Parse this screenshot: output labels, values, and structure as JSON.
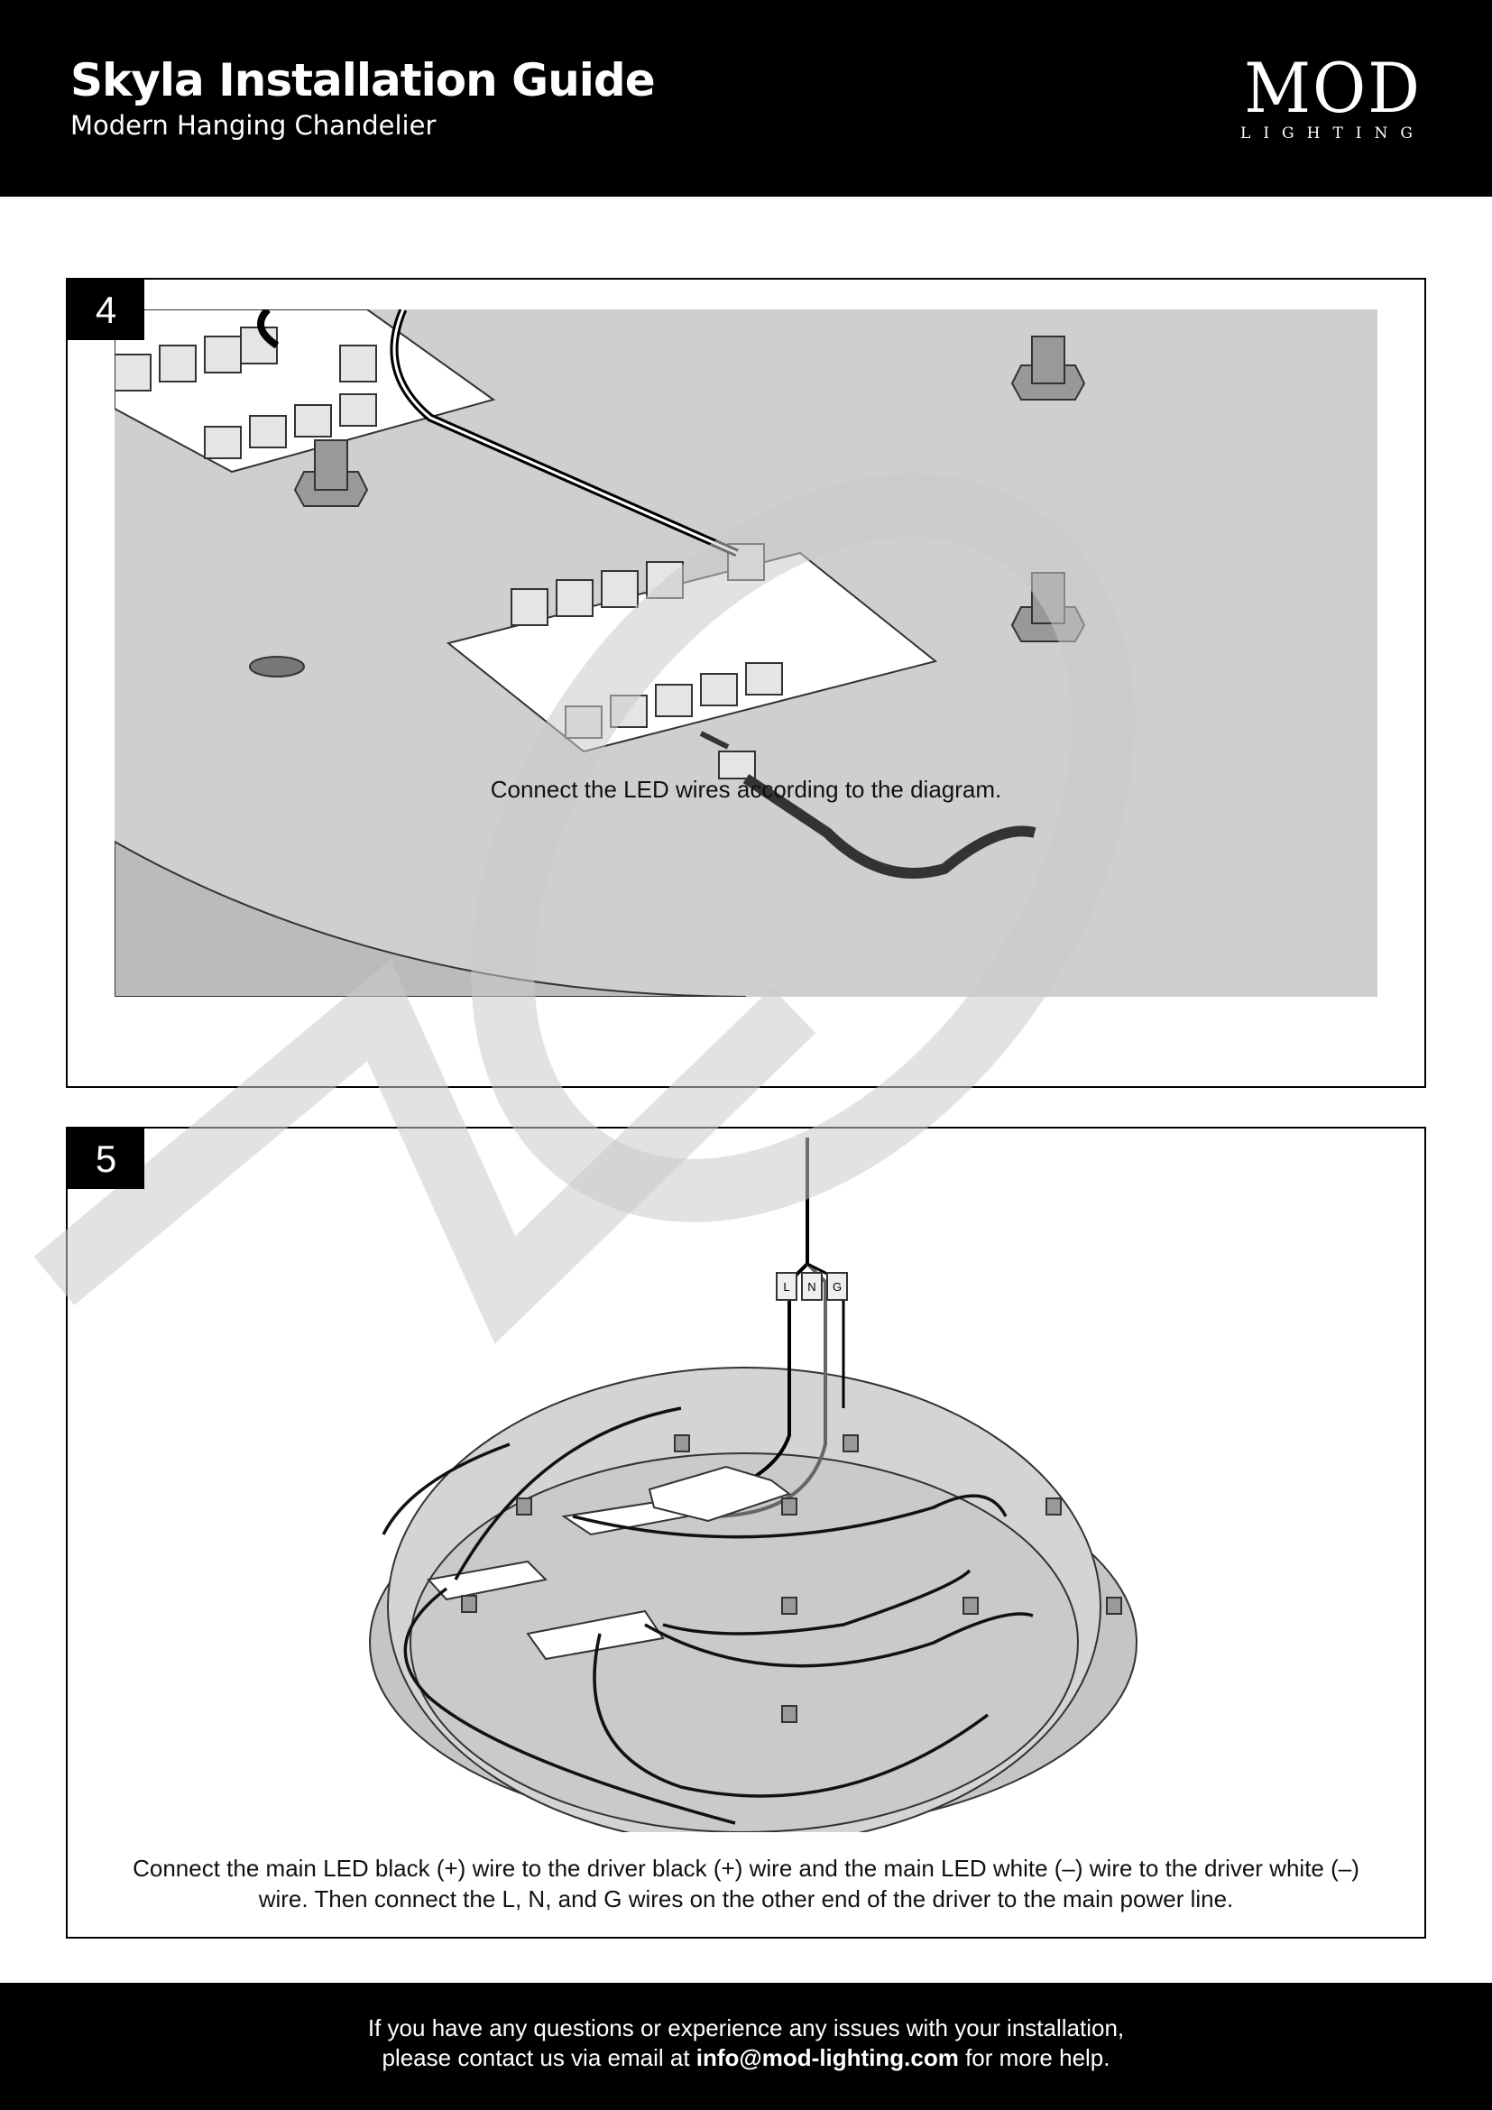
{
  "header": {
    "title": "Skyla Installation Guide",
    "subtitle": "Modern Hanging Chandelier",
    "logo": {
      "main": "MOD",
      "sub": "LIGHTING"
    }
  },
  "steps": [
    {
      "number": "4",
      "caption": "Connect the LED wires according to the diagram."
    },
    {
      "number": "5",
      "caption_line1": "Connect the main LED black (+) wire to the driver black (+) wire and the main LED white (–) wire to the driver white (–)",
      "caption_line2": "wire. Then connect the L, N, and G wires on the other end of the driver to the main power line.",
      "connector_labels": [
        "L",
        "N",
        "G"
      ]
    }
  ],
  "footer": {
    "line1": "If you have any questions or experience any issues with your installation,",
    "line2_prefix": "please contact us via email at ",
    "email": "info@mod-lighting.com",
    "line2_suffix": " for more help."
  }
}
